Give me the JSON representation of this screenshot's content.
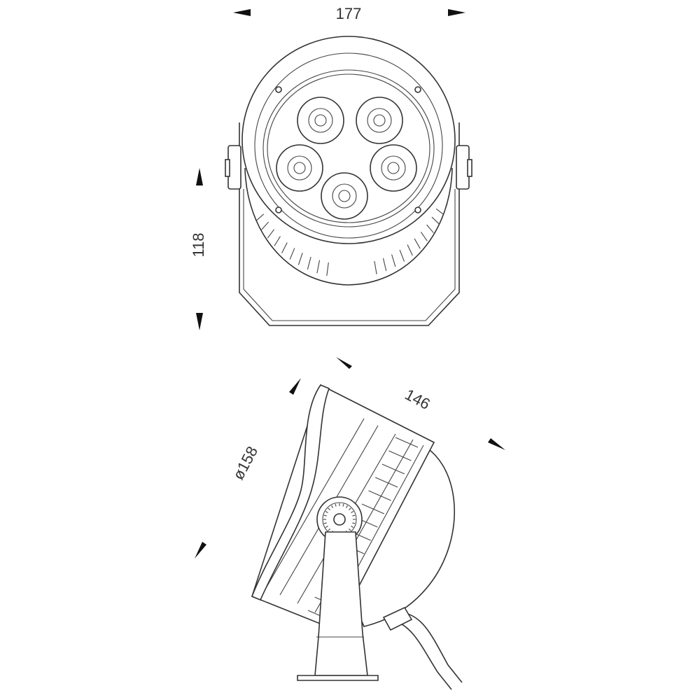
{
  "drawing": {
    "title": "",
    "line_color": "#333333",
    "background": "#ffffff"
  },
  "dimensions": {
    "width_label": "177",
    "height_label": "118",
    "depth_label": "146",
    "diameter_label": "ø158"
  },
  "views": {
    "front_view": {
      "led_count": 5
    },
    "side_view": {
      "has_cable": true,
      "has_tilt_knob": true
    }
  }
}
